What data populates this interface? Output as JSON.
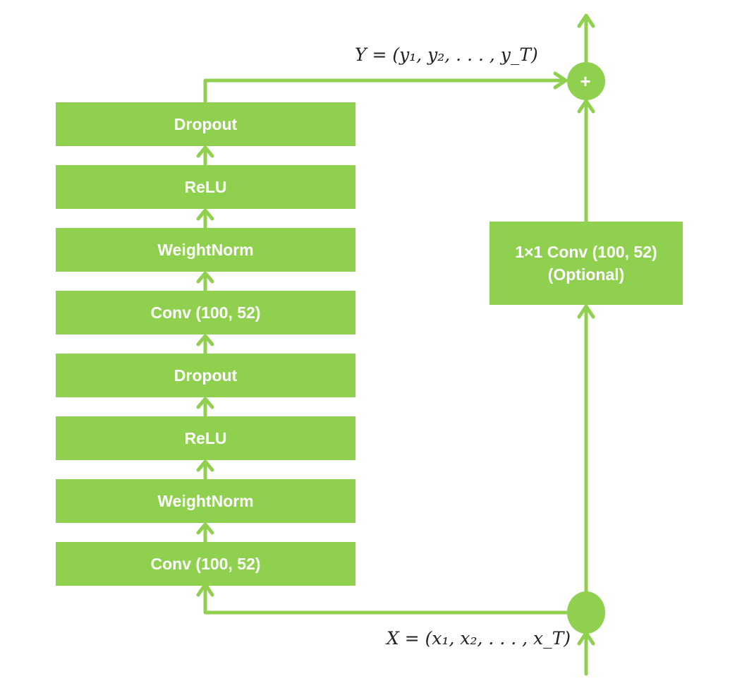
{
  "colors": {
    "accent": "#8fd14f",
    "text": "#ffffff",
    "math_text": "#222222"
  },
  "stack": {
    "blocks": [
      {
        "label": "Dropout"
      },
      {
        "label": "ReLU"
      },
      {
        "label": "WeightNorm"
      },
      {
        "label": "Conv (100, 52)"
      },
      {
        "label": "Dropout"
      },
      {
        "label": "ReLU"
      },
      {
        "label": "WeightNorm"
      },
      {
        "label": "Conv (100, 52)"
      }
    ]
  },
  "skip": {
    "line1": "1×1 Conv (100, 52)",
    "line2": "(Optional)"
  },
  "sum_node": {
    "symbol": "+"
  },
  "output_label": "Y = (y₁, y₂, . . . , y_T)",
  "input_label": "X = (x₁, x₂, . . . , x_T)"
}
